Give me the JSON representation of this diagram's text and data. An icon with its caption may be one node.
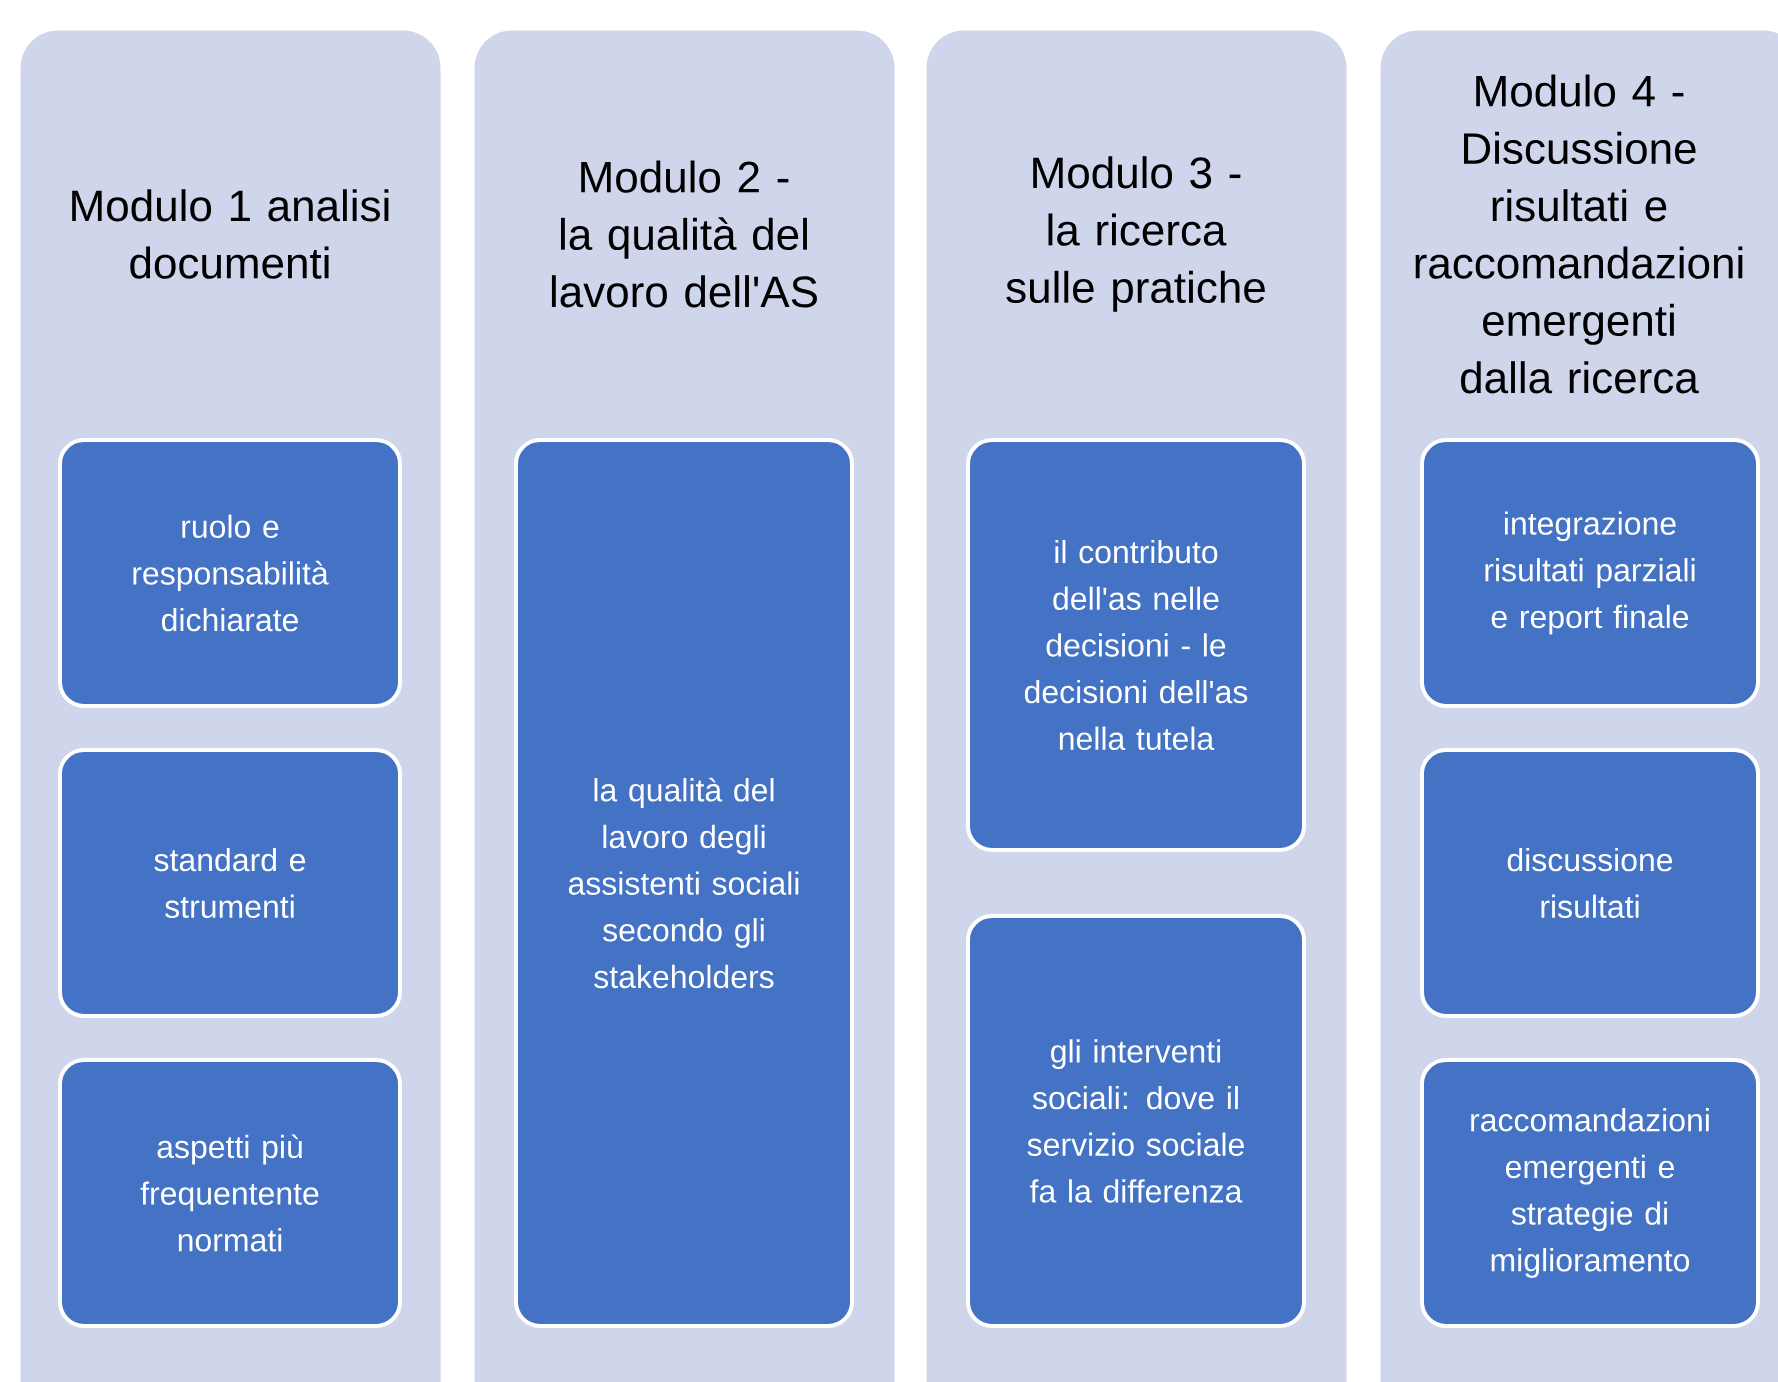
{
  "diagram": {
    "nodes": [
      {
        "text": [
          "Modulo 1 analisi documenti"
        ]
      },
      {
        "text": [
          "ruolo e responsabilità dichiarate"
        ],
        "in": 0
      },
      {
        "text": [
          "standard e strumenti"
        ],
        "in": 0
      },
      {
        "text": [
          "aspetti più frequentente normati"
        ],
        "in": 0
      },
      {
        "text": [
          "Modulo 2 - la qualità del lavoro dell'AS"
        ]
      },
      {
        "text": [
          "la qualità del lavoro degli assistenti sociali secondo gli stakeholders"
        ],
        "in": 4
      },
      {
        "text": [
          "Modulo 3 - la ricerca sulle pratiche"
        ]
      },
      {
        "text": [
          "il contributo dell'as nelle decisioni - le decisioni dell'as nella tutela"
        ],
        "in": 6
      },
      {
        "text": [
          "gli interventi sociali: dove il servizio sociale fa la differenza"
        ],
        "in": 6
      },
      {
        "text": [
          "Modulo 4 - Discussione risultati e raccomandazioni emergenti dalla ricerca"
        ]
      },
      {
        "text": [
          "integrazione risultati parziali e report finale"
        ],
        "in": 9
      },
      {
        "text": [
          "discussione risultati"
        ],
        "in": 9
      },
      {
        "text": [
          "raccomandazioni emergenti e strategie di miglioramento"
        ],
        "in": 9
      }
    ]
  }
}
